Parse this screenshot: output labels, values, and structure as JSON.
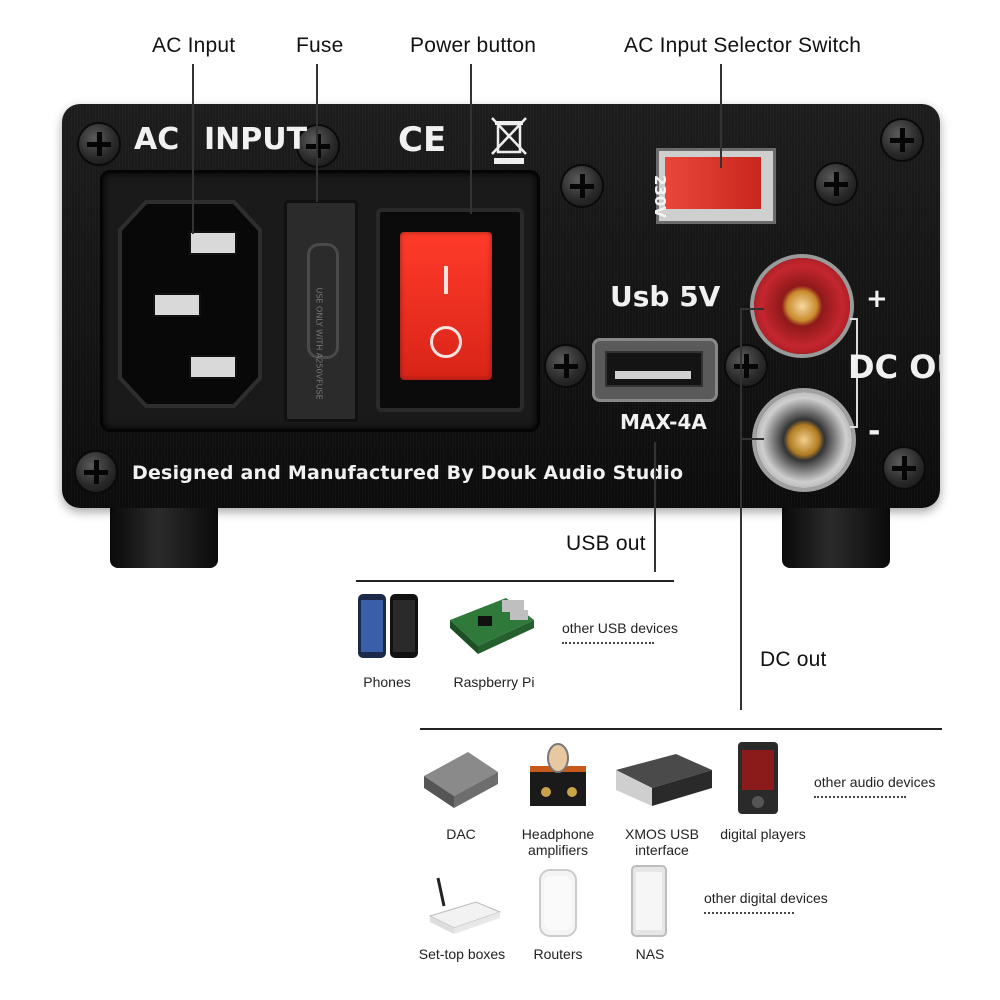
{
  "callouts": {
    "ac_input": "AC Input",
    "fuse": "Fuse",
    "power_button": "Power button",
    "selector_switch": "AC Input Selector Switch",
    "usb_out": "USB out",
    "dc_out": "DC out"
  },
  "panel": {
    "ac_label": "AC",
    "input_label": "INPUT",
    "ce_mark": "CE",
    "fuse_text": "USE ONLY WITH A250VFUSE",
    "voltage": "230V",
    "usb_label": "Usb 5V",
    "usb_max": "MAX-4A",
    "dc_out_label": "DC OUT",
    "plus": "+",
    "minus": "-",
    "footer": "Designed and Manufactured By Douk Audio Studio"
  },
  "usb_devices": {
    "items": [
      {
        "label": "Phones",
        "icon": "phones-icon"
      },
      {
        "label": "Raspberry Pi",
        "icon": "raspberry-pi-icon"
      }
    ],
    "other": "other USB devices"
  },
  "audio_devices": {
    "items": [
      {
        "label": "DAC",
        "icon": "dac-icon"
      },
      {
        "label": "Headphone\namplifiers",
        "icon": "headphone-amplifier-icon"
      },
      {
        "label": "XMOS USB\ninterface",
        "icon": "xmos-usb-interface-icon"
      },
      {
        "label": "digital players",
        "icon": "digital-player-icon"
      }
    ],
    "other": "other audio devices"
  },
  "digital_devices": {
    "items": [
      {
        "label": "Set-top boxes",
        "icon": "set-top-box-icon"
      },
      {
        "label": "Routers",
        "icon": "router-icon"
      },
      {
        "label": "NAS",
        "icon": "nas-icon"
      }
    ],
    "other": "other digital devices"
  },
  "colors": {
    "panel": "#141414",
    "switch_red": "#e8392c",
    "terminal_red": "#c4262e",
    "gold": "#c8932c"
  }
}
